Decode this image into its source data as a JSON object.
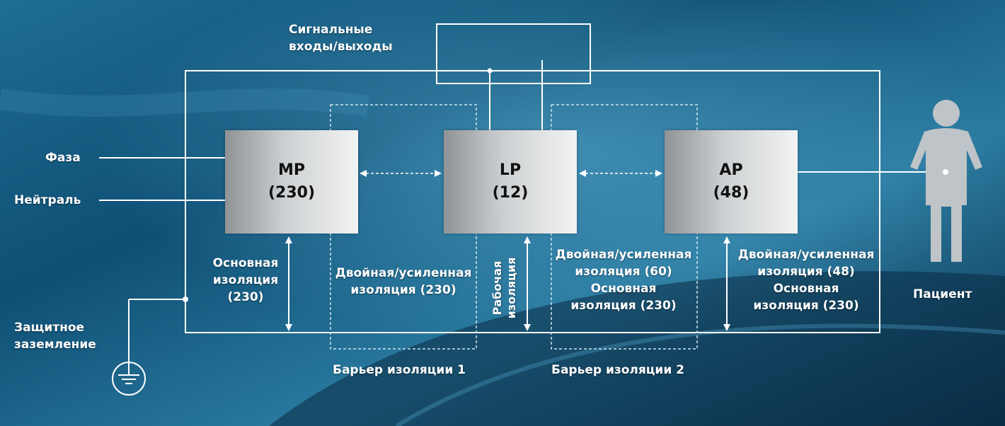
{
  "labels": {
    "signal_io_line1": "Сигнальные",
    "signal_io_line2": "входы/выходы",
    "phase": "Фаза",
    "neutral": "Нейтраль",
    "protective_earth_line1": "Защитное",
    "protective_earth_line2": "заземление",
    "patient": "Пациент",
    "barrier1": "Барьер изоляции 1",
    "barrier2": "Барьер изоляции 2"
  },
  "blocks": {
    "mp": {
      "name": "MP",
      "value": "(230)"
    },
    "lp": {
      "name": "LP",
      "value": "(12)"
    },
    "ap": {
      "name": "AP",
      "value": "(48)"
    }
  },
  "insulation": {
    "basic_mp": [
      "Основная",
      "изоляция",
      "(230)"
    ],
    "double_230": [
      "Двойная/усиленная",
      "изоляция (230)"
    ],
    "working": [
      "Рабочая",
      "изоляция"
    ],
    "double_60": [
      "Двойная/усиленная",
      "изоляция (60)",
      "Основная",
      "изоляция (230)"
    ],
    "double_48": [
      "Двойная/усиленная",
      "изоляция (48)",
      "Основная",
      "изоляция (230)"
    ]
  },
  "colors": {
    "background_dark": "#0b3a57",
    "background_light": "#2f7fa6",
    "line": "#ffffff",
    "box_light": "#f2f3f3",
    "box_dark": "#8f9396",
    "patient_figure": "#bfc4c8"
  }
}
